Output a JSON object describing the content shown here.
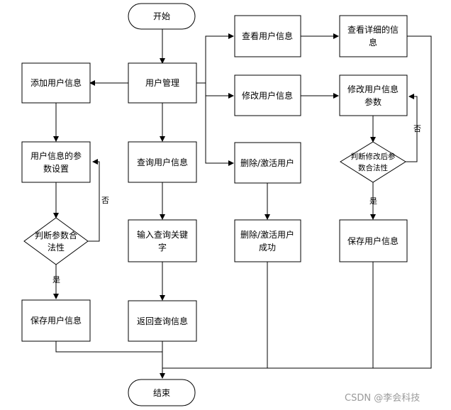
{
  "nodes": {
    "start": "开始",
    "user_mgmt": "用户管理",
    "add_user": "添加用户信息",
    "param_setting_1": "用户信息的参",
    "param_setting_2": "数设置",
    "judge_left_1": "判断参数合",
    "judge_left_2": "法性",
    "save_left": "保存用户信息",
    "query_user": "查询用户信息",
    "input_kw_1": "输入查询关键",
    "input_kw_2": "字",
    "return_query": "返回查询信息",
    "view_user": "查看用户信息",
    "view_detail_1": "查看详细的信",
    "view_detail_2": "息",
    "modify_user": "修改用户信息",
    "modify_param_1": "修改用户信息",
    "modify_param_2": "参数",
    "judge_right_1": "判断修改后参",
    "judge_right_2": "数合法性",
    "save_right": "保存用户信息",
    "delete_user": "删除/激活用户",
    "delete_success_1": "删除/激活用户",
    "delete_success_2": "成功",
    "end": "结束"
  },
  "edge_labels": {
    "no_left": "否",
    "yes_left": "是",
    "no_right": "否",
    "yes_right": "是"
  },
  "watermark": "CSDN @李会科技"
}
